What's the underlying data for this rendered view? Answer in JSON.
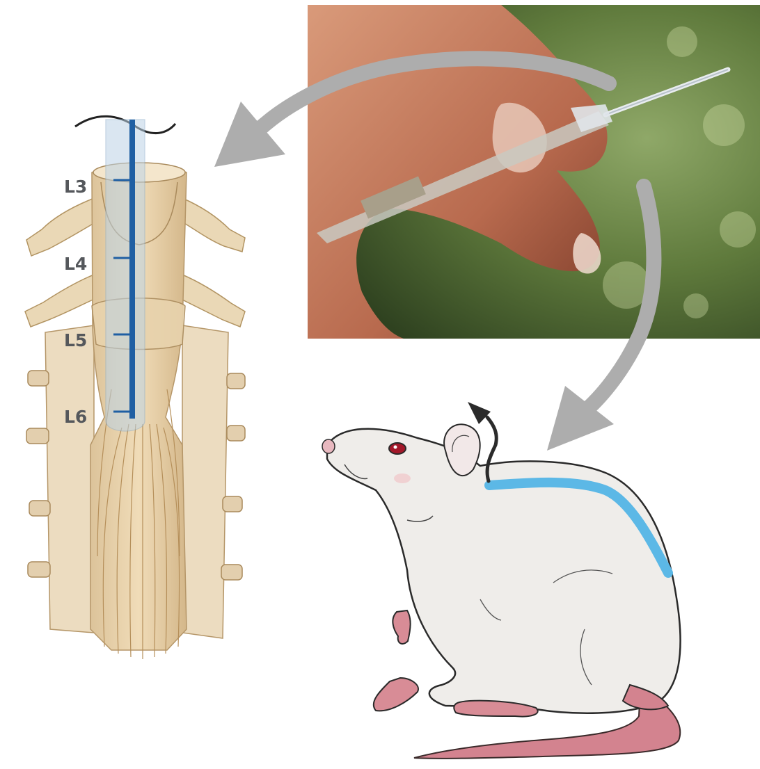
{
  "spine": {
    "levels": [
      "L3",
      "L4",
      "L5",
      "L6"
    ]
  },
  "colors": {
    "arrow": "#adadad",
    "catheter_dark": "#1f5fa3",
    "catheter_sheath": "#bcd3e6",
    "catheter_on_rat": "#5cb8e6",
    "exit_arrow": "#2b2b2b",
    "bone": "#ead6b4",
    "bone_outline": "#b59668",
    "rat_body": "#efedea",
    "rat_outline": "#2a2a2a",
    "rat_tail": "#d3838f"
  },
  "icons": {
    "photo": "catheter-in-fingers-photo",
    "flow_arrows": "curved-arrow"
  }
}
